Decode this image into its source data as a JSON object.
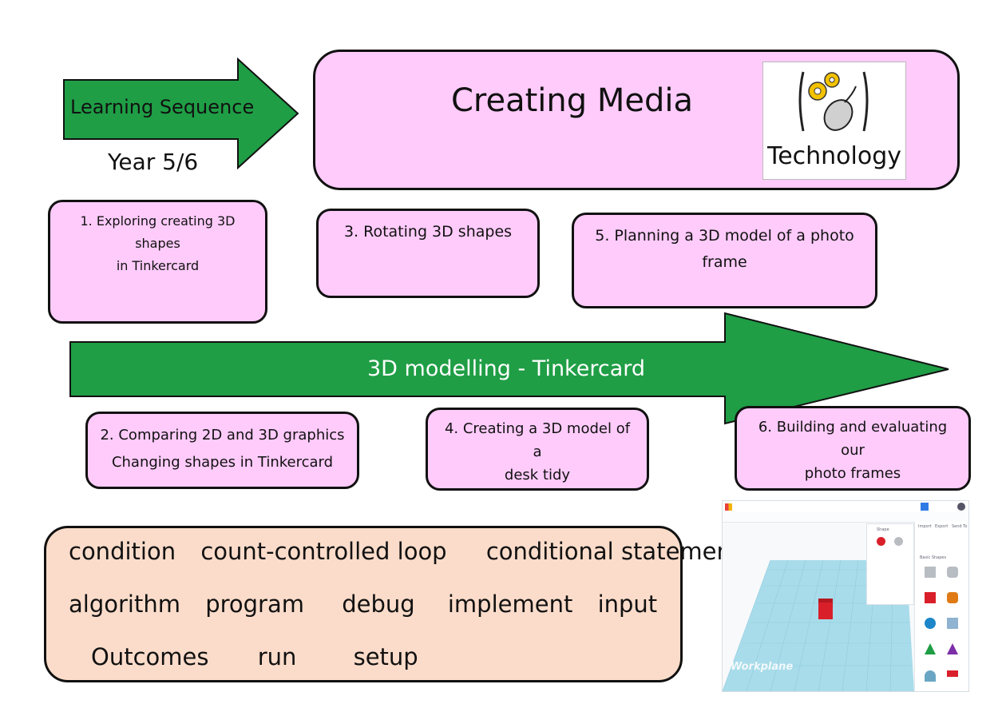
{
  "header": {
    "sequence_title": "Learning Sequence",
    "year": "Year 5/6",
    "unit_title": "Creating Media",
    "badge_label": "Technology"
  },
  "timeline": {
    "label": "3D modelling - Tinkercard"
  },
  "lessons": [
    {
      "line1": "1. Exploring creating 3D shapes",
      "line2": "in Tinkercard"
    },
    {
      "line1": "2. Comparing 2D and 3D graphics",
      "line2": "Changing shapes in Tinkercard"
    },
    {
      "line1": "3. Rotating 3D shapes",
      "line2": ""
    },
    {
      "line1": "4. Creating a 3D model of a",
      "line2": "desk tidy"
    },
    {
      "line1": "5. Planning a 3D model of a photo",
      "line2": "frame"
    },
    {
      "line1": "6. Building and evaluating our",
      "line2": "photo frames"
    }
  ],
  "vocabulary": {
    "row1": [
      "condition",
      "count-controlled loop",
      "conditional statement"
    ],
    "row2": [
      "algorithm",
      "program",
      "debug",
      "implement",
      "input"
    ],
    "row3": [
      "Outcomes",
      "run",
      "setup"
    ]
  },
  "tinkercad": {
    "workplane_label": "Workplane",
    "panel_title": "Shape",
    "panel_tabs": [
      "Import",
      "Export",
      "Send To"
    ],
    "category": "Basic Shapes",
    "shapes": [
      "Box",
      "Cylinder",
      "Box",
      "Cylinder",
      "Sphere",
      "Scribble",
      "Roof",
      "Cone"
    ]
  },
  "colors": {
    "arrow_green": "#1f9e45",
    "box_pink": "#ffcbfb",
    "vocab_peach": "#fbdcca",
    "gear_yellow": "#f2c200",
    "workplane_blue": "#a9dcea"
  }
}
